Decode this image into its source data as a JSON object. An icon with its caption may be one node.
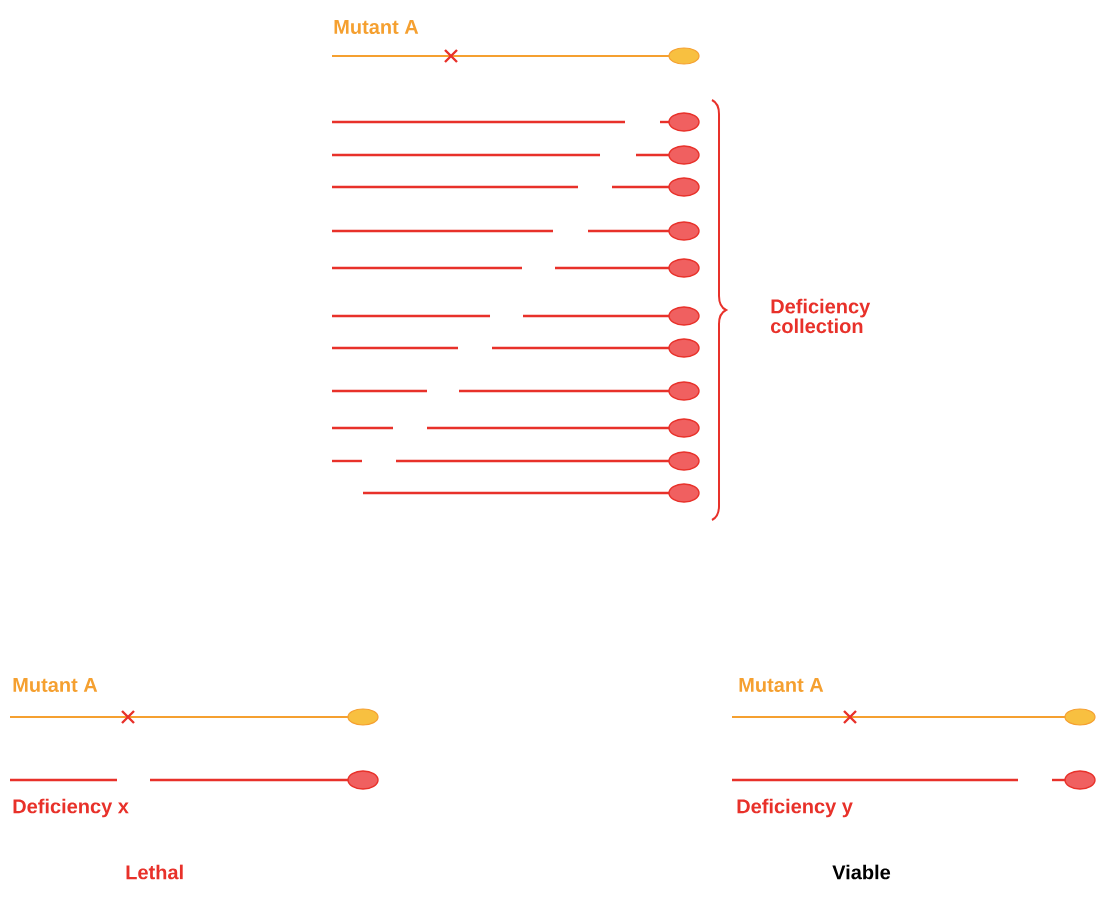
{
  "diagram": {
    "labels": [
      "Mutant A",
      "Deficiency collection",
      "Mutant A",
      "Deficiency x",
      "Lethal",
      "Mutant A",
      "Deficiency y",
      "Viable"
    ]
  }
}
